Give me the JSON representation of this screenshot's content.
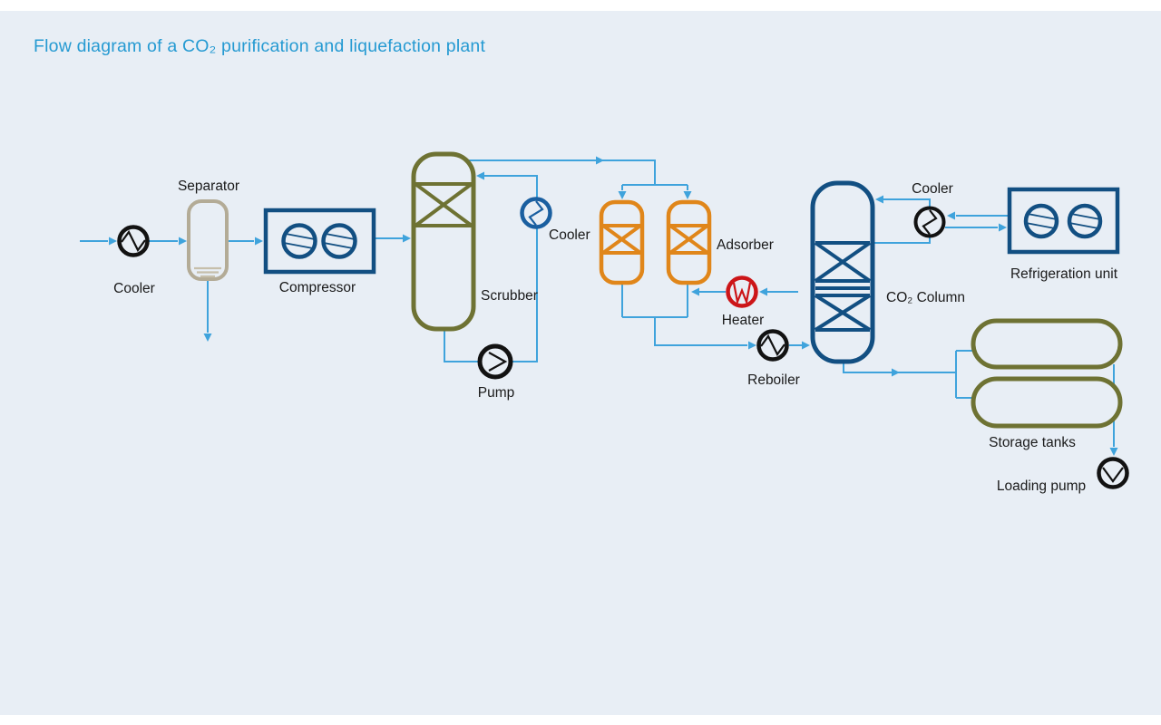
{
  "title": "Flow diagram of a CO₂ purification and liquefaction plant",
  "colors": {
    "background": "#E8EEF5",
    "pipe": "#3FA3DC",
    "dark_blue": "#124F82",
    "mid_blue": "#1A5FA0",
    "olive": "#6E7233",
    "orange": "#E0861A",
    "red": "#CC1518",
    "black": "#121212",
    "beige": "#B3AB96",
    "beige_light": "#C6BFAB",
    "title_blue": "#259AD2",
    "label": "#1A1A1A"
  },
  "labels": {
    "cooler_feed": "Cooler",
    "separator": "Separator",
    "compressor": "Compressor",
    "scrubber": "Scrubber",
    "cooler_scrubber": "Cooler",
    "pump": "Pump",
    "adsorber": "Adsorber",
    "heater": "Heater",
    "reboiler": "Reboiler",
    "co2_column": "CO₂ Column",
    "cooler_column": "Cooler",
    "refrigeration_unit": "Refrigeration unit",
    "storage_tanks": "Storage tanks",
    "loading_pump": "Loading pump"
  }
}
